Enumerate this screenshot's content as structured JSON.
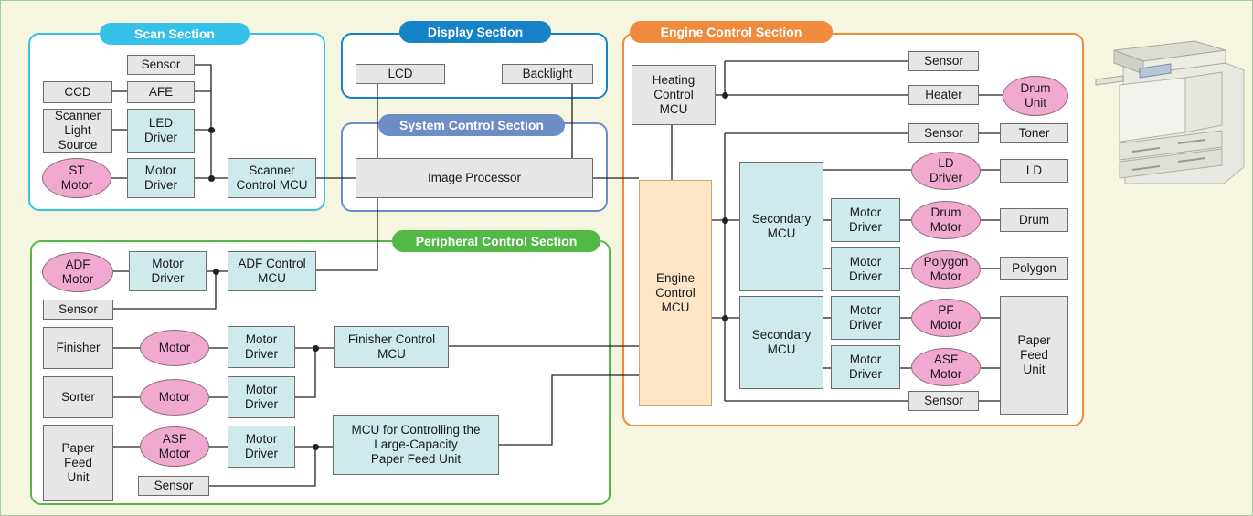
{
  "colors": {
    "background": "#f6f6e0",
    "scan": "#35c1ea",
    "display": "#1682c8",
    "system": "#6d8ec5",
    "peripheral": "#52b947",
    "engine": "#ef8a3f",
    "gray_box": "#e6e6e6",
    "blue_box": "#cfeaed",
    "pink_oval": "#f1a9cf",
    "orange_box": "#fde5c6"
  },
  "sections": {
    "scan": "Scan Section",
    "display": "Display Section",
    "system": "System Control Section",
    "peripheral": "Peripheral Control Section",
    "engine": "Engine Control Section"
  },
  "scan": {
    "sensor": "Sensor",
    "ccd": "CCD",
    "afe": "AFE",
    "light_source": "Scanner\nLight\nSource",
    "led_driver": "LED\nDriver",
    "st_motor": "ST\nMotor",
    "motor_driver": "Motor\nDriver",
    "scanner_mcu": "Scanner\nControl MCU"
  },
  "display": {
    "lcd": "LCD",
    "backlight": "Backlight"
  },
  "system": {
    "image_processor": "Image Processor"
  },
  "peripheral": {
    "adf_motor": "ADF\nMotor",
    "adf_motor_driver": "Motor\nDriver",
    "adf_mcu": "ADF Control\nMCU",
    "adf_sensor": "Sensor",
    "finisher": "Finisher",
    "finisher_motor": "Motor",
    "finisher_motor_driver": "Motor\nDriver",
    "finisher_mcu": "Finisher Control\nMCU",
    "sorter": "Sorter",
    "sorter_motor": "Motor",
    "sorter_motor_driver": "Motor\nDriver",
    "lcpf_unit": "Paper\nFeed\nUnit",
    "asf_motor": "ASF\nMotor",
    "lcpf_motor_driver": "Motor\nDriver",
    "lcpf_mcu": "MCU for Controlling the\nLarge-Capacity\nPaper Feed Unit",
    "lcpf_sensor": "Sensor"
  },
  "engine": {
    "heating_mcu": "Heating\nControl\nMCU",
    "heat_sensor": "Sensor",
    "heater": "Heater",
    "drum_unit": "Drum\nUnit",
    "toner_sensor": "Sensor",
    "toner": "Toner",
    "engine_mcu": "Engine\nControl\nMCU",
    "secondary_mcu_1": "Secondary\nMCU",
    "ld_driver": "LD\nDriver",
    "ld": "LD",
    "drum_motor_driver": "Motor\nDriver",
    "drum_motor": "Drum\nMotor",
    "drum": "Drum",
    "polygon_motor_driver": "Motor\nDriver",
    "polygon_motor": "Polygon\nMotor",
    "polygon": "Polygon",
    "secondary_mcu_2": "Secondary\nMCU",
    "pf_motor_driver": "Motor\nDriver",
    "pf_motor": "PF\nMotor",
    "asf_motor_driver": "Motor\nDriver",
    "asf_motor": "ASF\nMotor",
    "paper_feed_unit": "Paper\nFeed\nUnit",
    "feed_sensor": "Sensor"
  }
}
